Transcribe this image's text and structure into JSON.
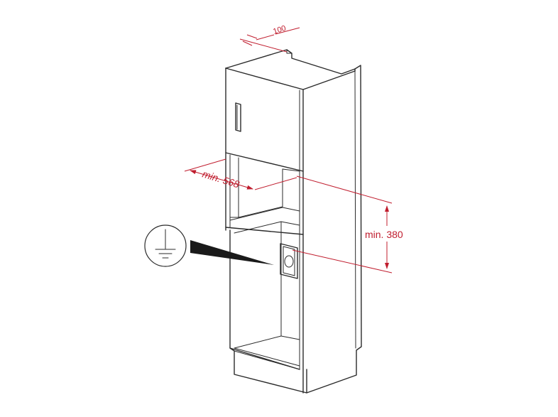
{
  "dimensions": {
    "depth_gap": "100",
    "width_label": "min. 568",
    "height_label": "min. 380"
  },
  "colors": {
    "line": "#2a2a2a",
    "dimension": "#c01d2e",
    "background": "#ffffff"
  },
  "icons": {
    "ground": "ground-symbol-icon",
    "pointer": "pointer-arrow-icon",
    "socket": "electrical-socket-icon"
  }
}
